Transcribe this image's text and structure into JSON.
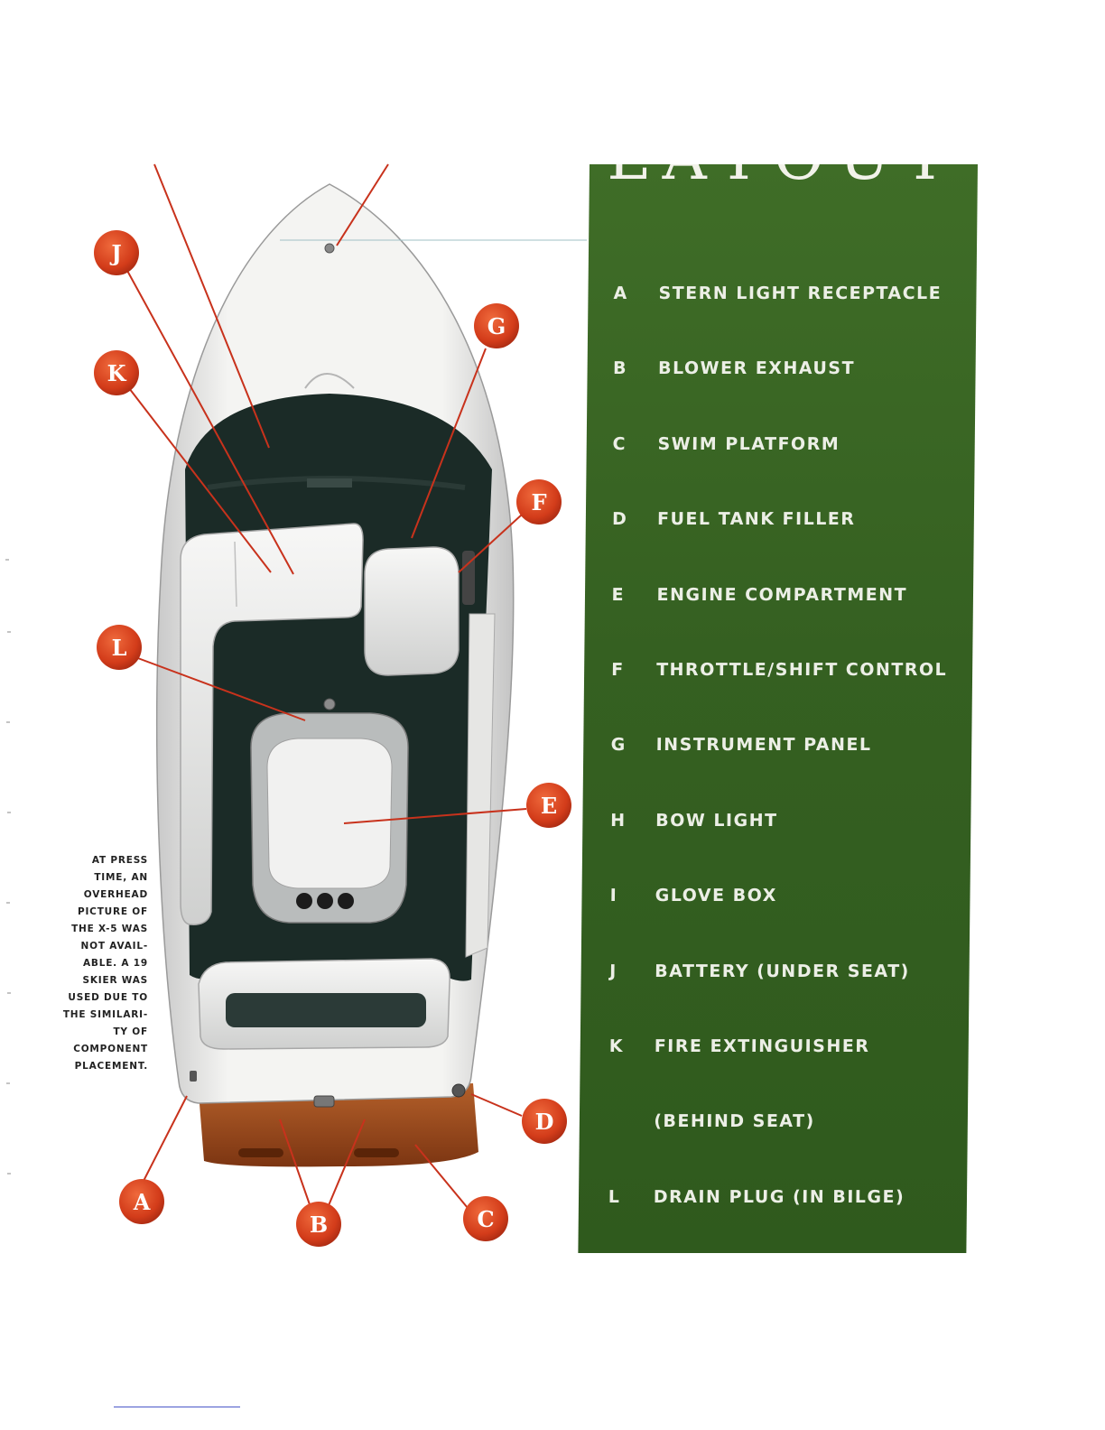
{
  "title": "LAYOUT",
  "legend": [
    {
      "letter": "A",
      "label": "STERN LIGHT RECEPTACLE"
    },
    {
      "letter": "B",
      "label": "BLOWER EXHAUST"
    },
    {
      "letter": "C",
      "label": "SWIM PLATFORM"
    },
    {
      "letter": "D",
      "label": "FUEL TANK FILLER"
    },
    {
      "letter": "E",
      "label": "ENGINE COMPARTMENT"
    },
    {
      "letter": "F",
      "label": "THROTTLE/SHIFT CONTROL"
    },
    {
      "letter": "G",
      "label": "INSTRUMENT PANEL"
    },
    {
      "letter": "H",
      "label": "BOW LIGHT"
    },
    {
      "letter": "I",
      "label": "GLOVE BOX"
    },
    {
      "letter": "J",
      "label": "BATTERY (UNDER SEAT)"
    },
    {
      "letter": "K",
      "label": "FIRE EXTINGUISHER"
    },
    {
      "letter": "",
      "label": "(BEHIND SEAT)"
    },
    {
      "letter": "L",
      "label": "DRAIN PLUG (IN BILGE)"
    }
  ],
  "callouts": [
    "A",
    "B",
    "C",
    "D",
    "E",
    "F",
    "G",
    "J",
    "K",
    "L"
  ],
  "note_lines": [
    "AT PRESS",
    "TIME, AN",
    "OVERHEAD",
    "PICTURE OF",
    "THE X-5 WAS",
    "NOT AVAIL-",
    "ABLE. A 19",
    "SKIER WAS",
    "USED DUE TO",
    "THE SIMILARI-",
    "TY OF",
    "COMPONENT",
    "PLACEMENT."
  ],
  "colors": {
    "panel_green": "#356021",
    "callout_red": "#d8401f",
    "leader_red": "#c8321c",
    "deck_dark": "#1a2926",
    "hull_white": "#eeeeec",
    "swim_platform": "#9a4a1c"
  }
}
